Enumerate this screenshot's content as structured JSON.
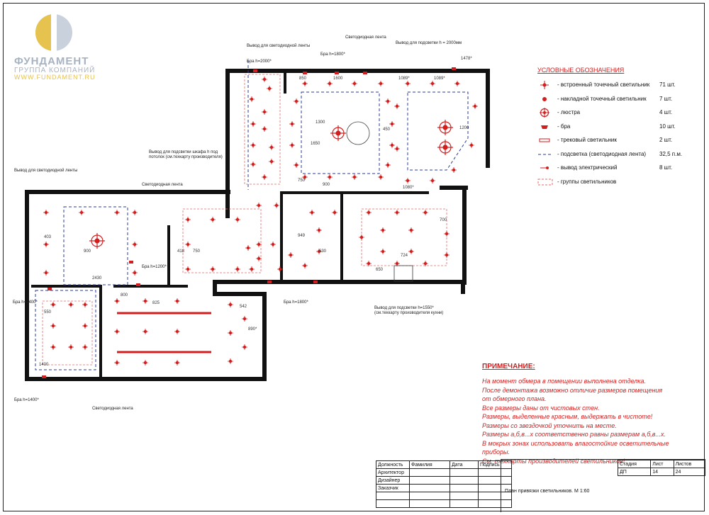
{
  "logo": {
    "name": "ФУНДАМЕНТ",
    "subtitle": "ГРУППА КОМПАНИЙ",
    "url": "WWW.FUNDAMENT.RU",
    "colors": {
      "gold": "#e6c24f",
      "grey": "#c9d2dc"
    }
  },
  "legend": {
    "title": "УСЛОВНЫЕ ОБОЗНАЧЕНИЯ",
    "items": [
      {
        "label": "- встроенный точечный светильник",
        "qty": "71 шт.",
        "icon": "recessed-spotlight-icon"
      },
      {
        "label": "- накладной точечный светильник",
        "qty": "7 шт.",
        "icon": "surface-spotlight-icon"
      },
      {
        "label": "- люстра",
        "qty": "4 шт.",
        "icon": "chandelier-icon"
      },
      {
        "label": "- бра",
        "qty": "10 шт.",
        "icon": "wall-lamp-icon"
      },
      {
        "label": "- трековый светильник",
        "qty": "2 шт.",
        "icon": "track-light-icon"
      },
      {
        "label": "- подсветка (светодиодная лента)",
        "qty": "32,5 п.м.",
        "icon": "led-strip-icon"
      },
      {
        "label": "- вывод электрический",
        "qty": "8 шт.",
        "icon": "electric-outlet-icon"
      },
      {
        "label": "- группы светильников",
        "qty": "",
        "icon": "light-group-icon"
      }
    ]
  },
  "notes": {
    "title": "ПРИМЕЧАНИЕ:",
    "lines": [
      "На момент обмера в помещении выполнена отделка.",
      "После демонтажа возможно отличие размеров помещения",
      "от обмерного плана.",
      "Все размеры даны от чистовых стен.",
      "Размеры, выделенные красным, выдержать в чистоте!",
      "Размеры со звездочкой уточнить на месте.",
      "Размеры а,б,в...х соответственно равны размерам а,б,в...х.",
      "В мокрых зонах использовать влагостойкие осветительные приборы.",
      "См. техкарты производителей светильников!"
    ]
  },
  "title_block": {
    "headers": [
      "Должность",
      "Фамилия",
      "Дата",
      "Подпись"
    ],
    "roles": [
      "Архитектор",
      "Дизайнер",
      "Заказчик"
    ],
    "stage_label": "Стадия",
    "sheet_label": "Лист",
    "sheets_label": "Листов",
    "stage": "ДП",
    "sheet": "14",
    "sheets": "24",
    "drawing_title": "План привязки светильников. М 1:60"
  },
  "plan": {
    "colors": {
      "wall": "#111111",
      "fixture": "#d21e1e",
      "strip": "#2b3a9e",
      "dim": "#d21e1e"
    },
    "labels": [
      "Вывод для светодиодной ленты",
      "Бра h=2000*",
      "Бра h=1800*",
      "Светодиодная лента",
      "Вывод для подсветки h = 2000мм",
      "Вывод для подсветки шкафа h под потолок (см.техкарту производителя)",
      "Бра h=1200*",
      "Бра h=1400*",
      "Вывод для подсветки h=1550* (см.техкарту производителя кухни)"
    ],
    "dimensions": [
      "850",
      "1600",
      "1089*",
      "1089*",
      "1478*",
      "1300",
      "1650",
      "450",
      "1200",
      "750",
      "900",
      "1080*",
      "403",
      "900",
      "418",
      "750",
      "949",
      "630",
      "700",
      "724",
      "650",
      "1400",
      "550",
      "800",
      "825",
      "542",
      "890*",
      "2430"
    ]
  }
}
